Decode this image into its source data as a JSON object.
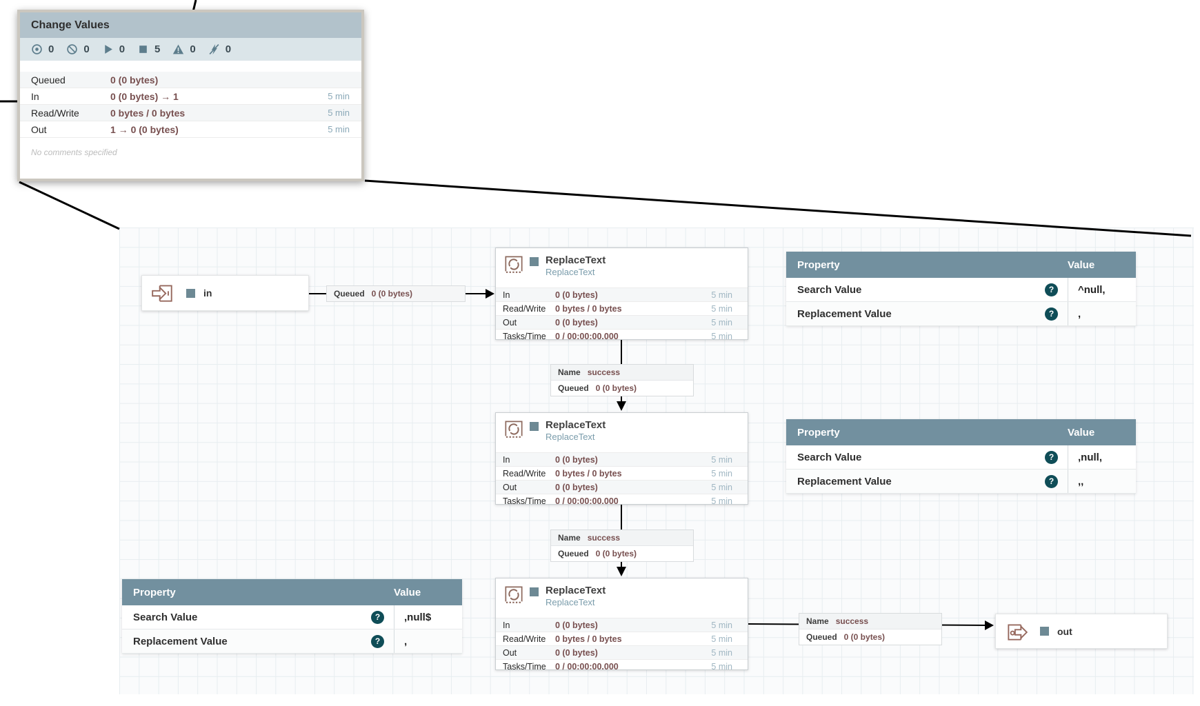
{
  "callout": {
    "title": "Change Values",
    "stats": [
      {
        "icon": "transmitting-icon",
        "count": "0"
      },
      {
        "icon": "not-transmitting-icon",
        "count": "0"
      },
      {
        "icon": "running-icon",
        "count": "0"
      },
      {
        "icon": "stopped-icon",
        "count": "5"
      },
      {
        "icon": "invalid-icon",
        "count": "0"
      },
      {
        "icon": "disabled-icon",
        "count": "0"
      }
    ],
    "rows": [
      {
        "label": "Queued",
        "value": "0 (0 bytes)",
        "time": ""
      },
      {
        "label": "In",
        "value": "0 (0 bytes) → 1",
        "time": "5 min"
      },
      {
        "label": "Read/Write",
        "value": "0 bytes / 0 bytes",
        "time": "5 min"
      },
      {
        "label": "Out",
        "value": "1 → 0 (0 bytes)",
        "time": "5 min"
      }
    ],
    "comment": "No comments specified"
  },
  "input_port": {
    "label": "in"
  },
  "output_port": {
    "label": "out"
  },
  "queued_label": {
    "name": "Queued",
    "value": "0 (0 bytes)"
  },
  "processors": [
    {
      "title": "ReplaceText",
      "type": "ReplaceText",
      "rows": [
        {
          "label": "In",
          "value": "0 (0 bytes)",
          "time": "5 min"
        },
        {
          "label": "Read/Write",
          "value": "0 bytes / 0 bytes",
          "time": "5 min"
        },
        {
          "label": "Out",
          "value": "0 (0 bytes)",
          "time": "5 min"
        },
        {
          "label": "Tasks/Time",
          "value": "0 / 00:00:00.000",
          "time": "5 min"
        }
      ]
    },
    {
      "title": "ReplaceText",
      "type": "ReplaceText",
      "rows": [
        {
          "label": "In",
          "value": "0 (0 bytes)",
          "time": "5 min"
        },
        {
          "label": "Read/Write",
          "value": "0 bytes / 0 bytes",
          "time": "5 min"
        },
        {
          "label": "Out",
          "value": "0 (0 bytes)",
          "time": "5 min"
        },
        {
          "label": "Tasks/Time",
          "value": "0 / 00:00:00.000",
          "time": "5 min"
        }
      ]
    },
    {
      "title": "ReplaceText",
      "type": "ReplaceText",
      "rows": [
        {
          "label": "In",
          "value": "0 (0 bytes)",
          "time": "5 min"
        },
        {
          "label": "Read/Write",
          "value": "0 bytes / 0 bytes",
          "time": "5 min"
        },
        {
          "label": "Out",
          "value": "0 (0 bytes)",
          "time": "5 min"
        },
        {
          "label": "Tasks/Time",
          "value": "0 / 00:00:00.000",
          "time": "5 min"
        }
      ]
    }
  ],
  "connections": [
    {
      "name_label": "Name",
      "name": "success",
      "queued_label": "Queued",
      "queued": "0 (0 bytes)"
    },
    {
      "name_label": "Name",
      "name": "success",
      "queued_label": "Queued",
      "queued": "0 (0 bytes)"
    },
    {
      "name_label": "Name",
      "name": "success",
      "queued_label": "Queued",
      "queued": "0 (0 bytes)"
    }
  ],
  "property_tables": [
    {
      "header": {
        "property": "Property",
        "value": "Value"
      },
      "rows": [
        {
          "label": "Search Value",
          "value": "^null,"
        },
        {
          "label": "Replacement Value",
          "value": ","
        }
      ]
    },
    {
      "header": {
        "property": "Property",
        "value": "Value"
      },
      "rows": [
        {
          "label": "Search Value",
          "value": ",null,"
        },
        {
          "label": "Replacement Value",
          "value": ",,"
        }
      ]
    },
    {
      "header": {
        "property": "Property",
        "value": "Value"
      },
      "rows": [
        {
          "label": "Search Value",
          "value": ",null$"
        },
        {
          "label": "Replacement Value",
          "value": ","
        }
      ]
    }
  ],
  "icons": {
    "help_glyph": "?"
  }
}
